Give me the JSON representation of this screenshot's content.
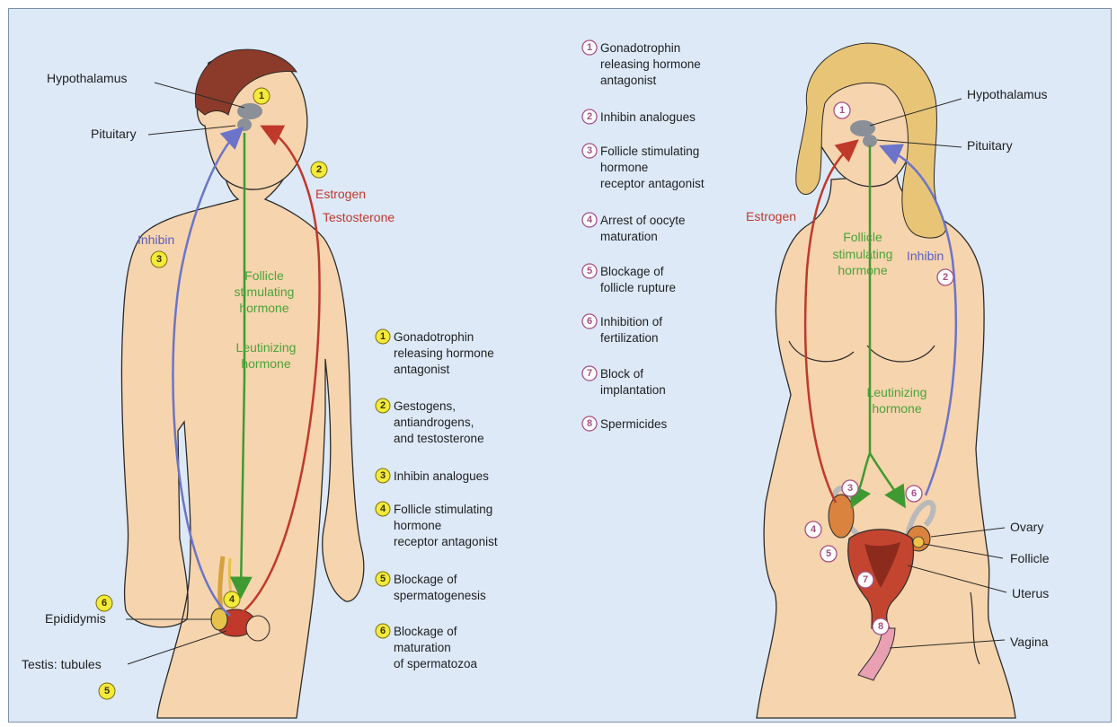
{
  "colors": {
    "background": "#dde9f7",
    "skin_male": "#f6d4ad",
    "skin_female": "#f6d4ad",
    "hair_male": "#8c3b2a",
    "hair_female": "#e8c476",
    "gland": "#8a8f98",
    "arrow_red": "#c0392b",
    "arrow_blue": "#6b74c9",
    "arrow_green": "#3f9a32",
    "badge_male": "#f3ea3a",
    "badge_female_stroke": "#a84f86"
  },
  "male": {
    "hypothalamus": "Hypothalamus",
    "pituitary": "Pituitary",
    "estrogen": "Estrogen",
    "testosterone": "Testosterone",
    "inhibin": "Inhibin",
    "fsh": [
      "Follicle",
      "stimulating",
      "hormone"
    ],
    "lh": [
      "Leutinizing",
      "hormone"
    ],
    "epididymis": "Epididymis",
    "testis": "Testis: tubules",
    "badges": [
      "1",
      "2",
      "3",
      "4",
      "5",
      "6"
    ],
    "legend": [
      {
        "num": "1",
        "lines": [
          "Gonadotrophin",
          "releasing hormone",
          "antagonist"
        ]
      },
      {
        "num": "2",
        "lines": [
          "Gestogens,",
          "antiandrogens,",
          "and testosterone"
        ]
      },
      {
        "num": "3",
        "lines": [
          "Inhibin analogues"
        ]
      },
      {
        "num": "4",
        "lines": [
          "Follicle stimulating",
          "hormone",
          "receptor antagonist"
        ]
      },
      {
        "num": "5",
        "lines": [
          "Blockage of",
          "spermatogenesis"
        ]
      },
      {
        "num": "6",
        "lines": [
          "Blockage of",
          "maturation",
          "of spermatozoa"
        ]
      }
    ]
  },
  "female": {
    "hypothalamus": "Hypothalamus",
    "pituitary": "Pituitary",
    "estrogen": "Estrogen",
    "inhibin": "Inhibin",
    "fsh": [
      "Follicle",
      "stimulating",
      "hormone"
    ],
    "lh": [
      "Leutinizing",
      "hormone"
    ],
    "ovary": "Ovary",
    "follicle": "Follicle",
    "uterus": "Uterus",
    "vagina": "Vagina",
    "badges": [
      "1",
      "2",
      "3",
      "4",
      "5",
      "6",
      "7",
      "8"
    ],
    "legend": [
      {
        "num": "1",
        "lines": [
          "Gonadotrophin",
          "releasing hormone",
          "antagonist"
        ]
      },
      {
        "num": "2",
        "lines": [
          "Inhibin analogues"
        ]
      },
      {
        "num": "3",
        "lines": [
          "Follicle stimulating",
          "hormone",
          "receptor antagonist"
        ]
      },
      {
        "num": "4",
        "lines": [
          "Arrest of oocyte",
          "maturation"
        ]
      },
      {
        "num": "5",
        "lines": [
          "Blockage of",
          "follicle rupture"
        ]
      },
      {
        "num": "6",
        "lines": [
          "Inhibition of",
          "fertilization"
        ]
      },
      {
        "num": "7",
        "lines": [
          "Block of",
          "implantation"
        ]
      },
      {
        "num": "8",
        "lines": [
          "Spermicides"
        ]
      }
    ]
  }
}
